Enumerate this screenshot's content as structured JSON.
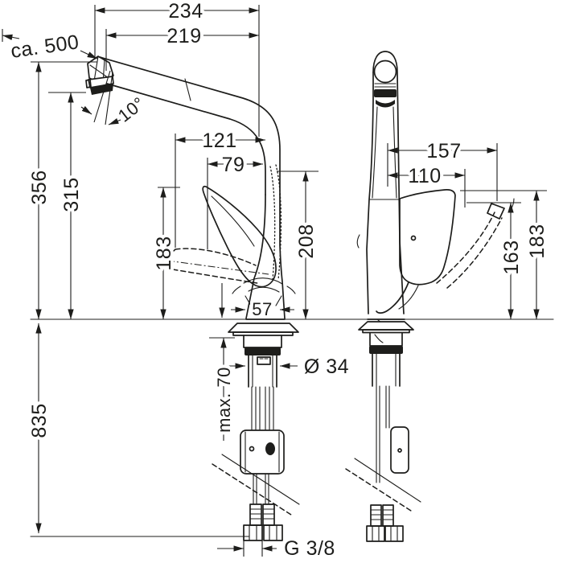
{
  "drawing_type": "faucet installation dimension drawing",
  "colors": {
    "line": "#1d1d1b",
    "background": "#ffffff"
  },
  "dims": {
    "d234": "234",
    "d219": "219",
    "ca500": "ca. 500",
    "angle": "10°",
    "d356": "356",
    "d315": "315",
    "d121": "121",
    "d79": "79",
    "d183_side": "183",
    "d208": "208",
    "d57": "57",
    "d157": "157",
    "d110": "110",
    "d163": "163",
    "d183_front": "183",
    "dia34": "Ø 34",
    "max70": "max. 70",
    "d835": "835",
    "g38": "G 3/8"
  }
}
